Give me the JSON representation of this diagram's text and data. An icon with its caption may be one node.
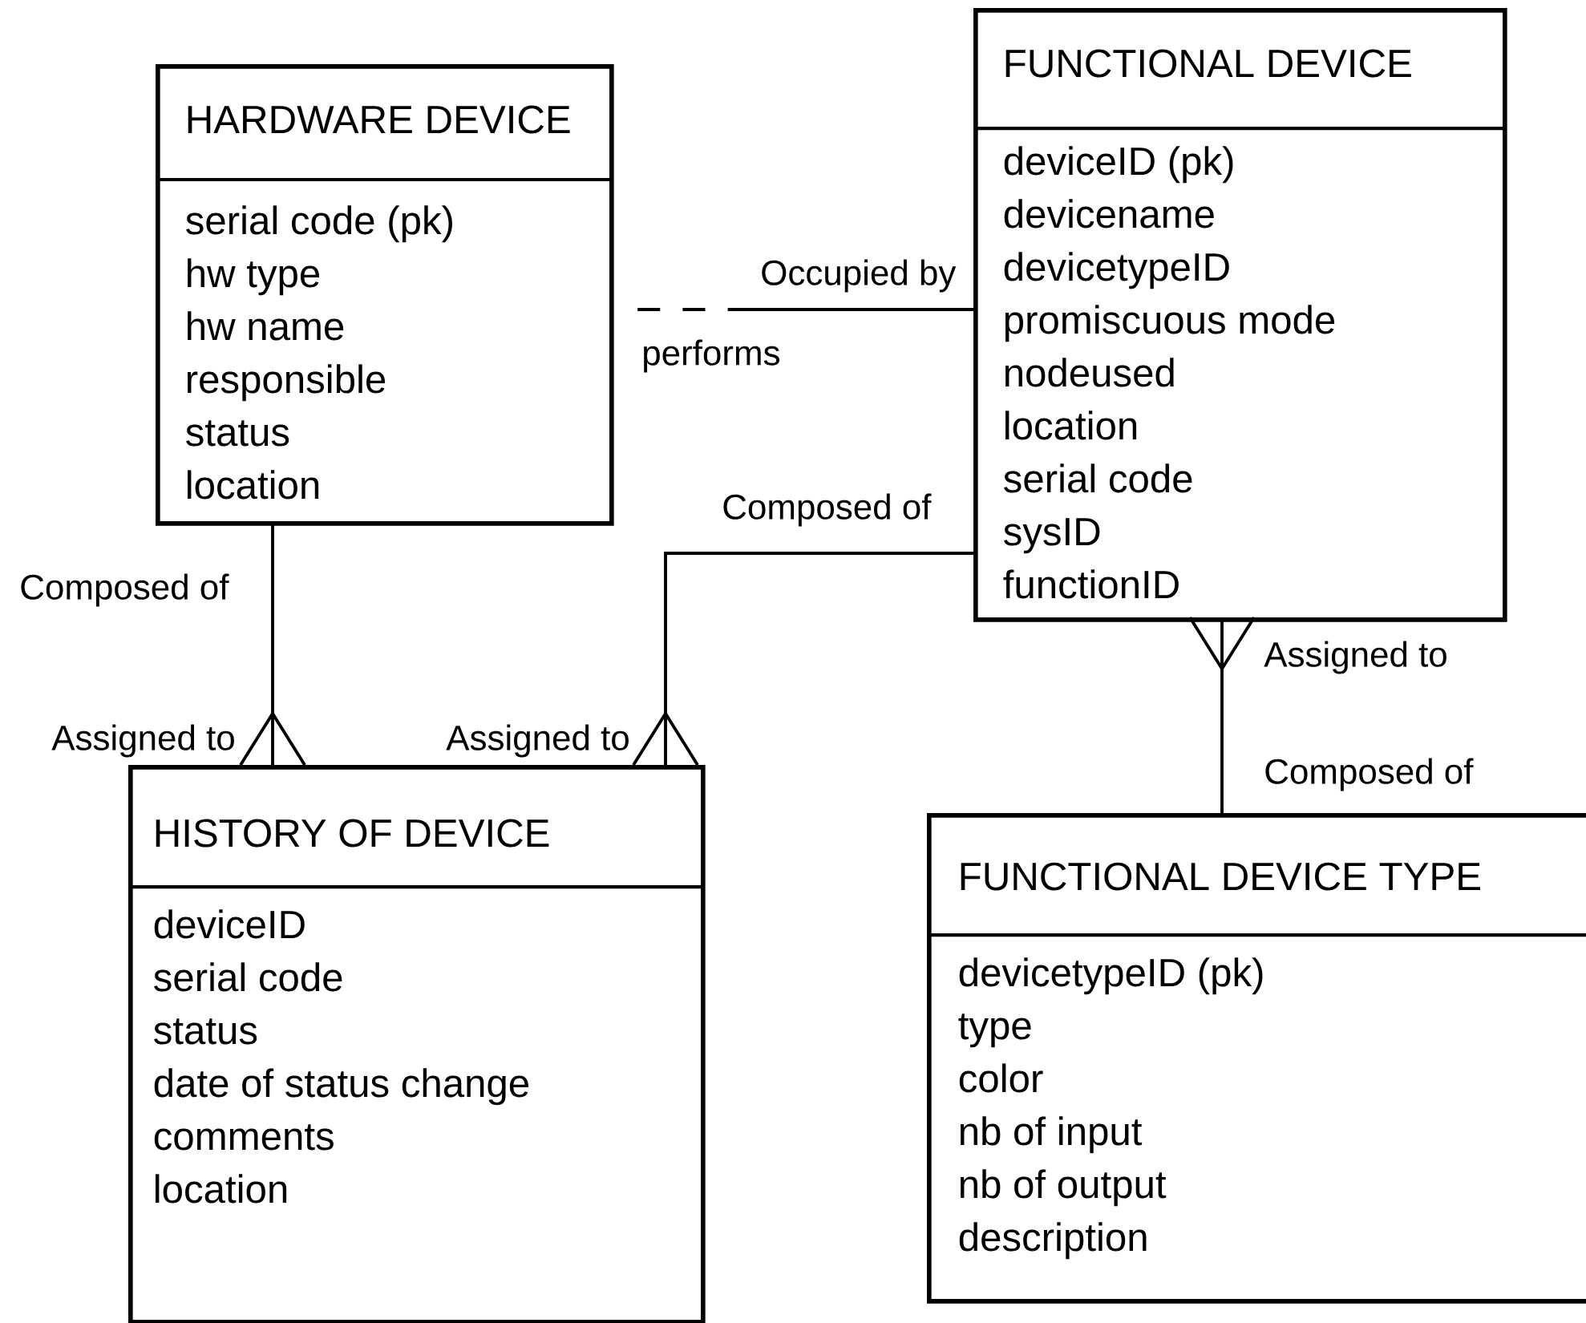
{
  "diagram": {
    "nodes": [
      {
        "text": [
          "HARDWARE DEVICE",
          "serial code (pk)",
          "hw type",
          "hw name",
          "responsible",
          "status",
          "location"
        ]
      },
      {
        "text": [
          "FUNCTIONAL DEVICE",
          "deviceID (pk)",
          "devicename",
          "devicetypeID",
          "promiscuous mode",
          "nodeused",
          "location",
          "serial code",
          "sysID",
          "functionID"
        ]
      },
      {
        "text": [
          "HISTORY OF DEVICE",
          "deviceID",
          "serial code",
          "status",
          "date of status change",
          "comments",
          "location"
        ]
      },
      {
        "text": [
          "FUNCTIONAL DEVICE TYPE",
          "devicetypeID (pk)",
          "type",
          "color",
          "nb of input",
          "nb of output",
          "description"
        ]
      }
    ],
    "edges": [
      {
        "from": 0,
        "to": 1,
        "arrow": "none",
        "style": "dashed"
      },
      {
        "from": 1,
        "to": 2,
        "arrow": "other"
      },
      {
        "from": 0,
        "to": 2,
        "arrow": "other"
      },
      {
        "from": 3,
        "to": 1,
        "arrow": "other"
      }
    ],
    "labels": [
      "Occupied by",
      "performs",
      "Composed of",
      "Composed of",
      "Assigned to",
      "Assigned to",
      "Assigned to",
      "Composed of"
    ]
  }
}
